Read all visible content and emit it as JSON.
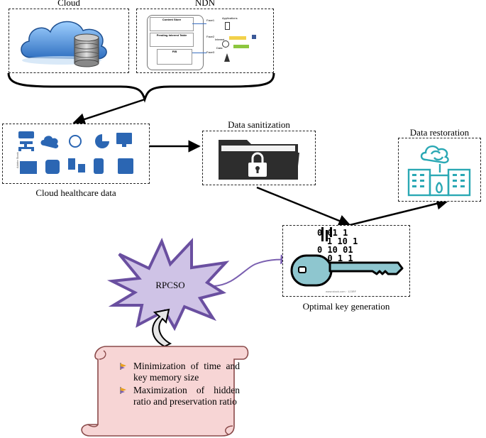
{
  "labels": {
    "cloud": "Cloud",
    "ndn": "NDN",
    "cloud_healthcare": "Cloud healthcare data",
    "data_sanitization": "Data sanitization",
    "data_restoration": "Data restoration",
    "optimal_key": "Optimal key generation",
    "rpcso": "RPCSO"
  },
  "ndn_diagram": {
    "content_store": "Content Store",
    "pending_interest_table": "Pending Interest Table",
    "fib": "FIB",
    "face1": "Face1",
    "face2": "Face2",
    "face3": "Face3",
    "interest": "Interest",
    "applications": "Applications",
    "data": "Data"
  },
  "binary_rows": [
    "0 01 1",
    "1 10 1",
    "0 10 01",
    "0 0 1 1"
  ],
  "objectives": [
    "Minimization of time and key memory size",
    "Maximization of hidden ratio and preservation ratio"
  ],
  "colors": {
    "starburst_fill": "#cfc3e6",
    "starburst_stroke": "#6a4fa0",
    "scroll_fill": "#f7d5d5",
    "scroll_stroke": "#8a4a4a",
    "arrow_purple": "#7a5fb0",
    "restoration_teal": "#2aa8b4",
    "cloud_blue": "#3f7fd0"
  },
  "icons": [
    "cloud-server-icon",
    "database-icon",
    "folder-lock-icon",
    "key-icon",
    "building-cloud-icon",
    "bullet-flag-icon"
  ]
}
